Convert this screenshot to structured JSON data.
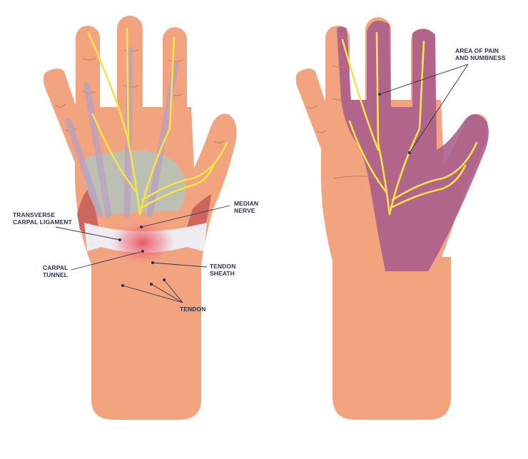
{
  "colors": {
    "skin": "#F2A47E",
    "skin_shade": "#E8936E",
    "crease": "#C9785A",
    "nerve": "#F8E24A",
    "tendon": "#B9A0C4",
    "sheath": "#A8C9C4",
    "ligament": "#EEF1F8",
    "muscle": "#C8605A",
    "pain": "#A85C8C",
    "label": "#2B3350"
  },
  "labels": {
    "transverse_ligament": [
      "TRANSVERSE",
      "CARPAL LIGAMENT"
    ],
    "median_nerve": [
      "MEDIAN",
      "NERVE"
    ],
    "carpal_tunnel": [
      "CARPAL",
      "TUNNEL"
    ],
    "tendon_sheath": [
      "TENDON",
      "SHEATH"
    ],
    "tendon": [
      "TENDON"
    ],
    "pain_area": [
      "AREA OF PAIN",
      "AND NUMBNESS"
    ]
  },
  "icons": {
    "left": "hand-anatomy-illustration",
    "right": "hand-pain-area-illustration"
  }
}
